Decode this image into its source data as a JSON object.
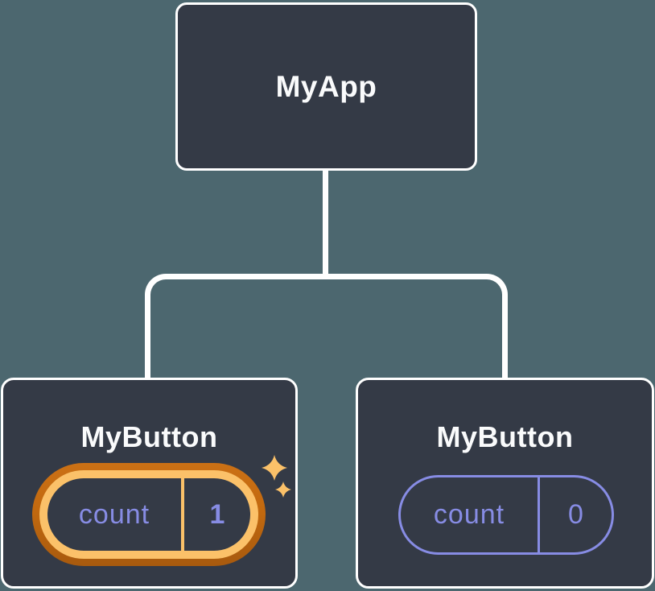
{
  "palette": {
    "background": "#4C676F",
    "node-bg": "#343A46",
    "node-border": "#FFFFFF",
    "connector": "#FFFFFF",
    "purple": "#878CE4",
    "amber": "#FBC169",
    "orange-deep": "#C2690F"
  },
  "tree": {
    "root": {
      "label": "MyApp"
    },
    "children": [
      {
        "label": "MyButton",
        "state": {
          "key": "count",
          "value": "1"
        },
        "highlighted": true,
        "icon": "sparkles-icon"
      },
      {
        "label": "MyButton",
        "state": {
          "key": "count",
          "value": "0"
        },
        "highlighted": false
      }
    ]
  }
}
